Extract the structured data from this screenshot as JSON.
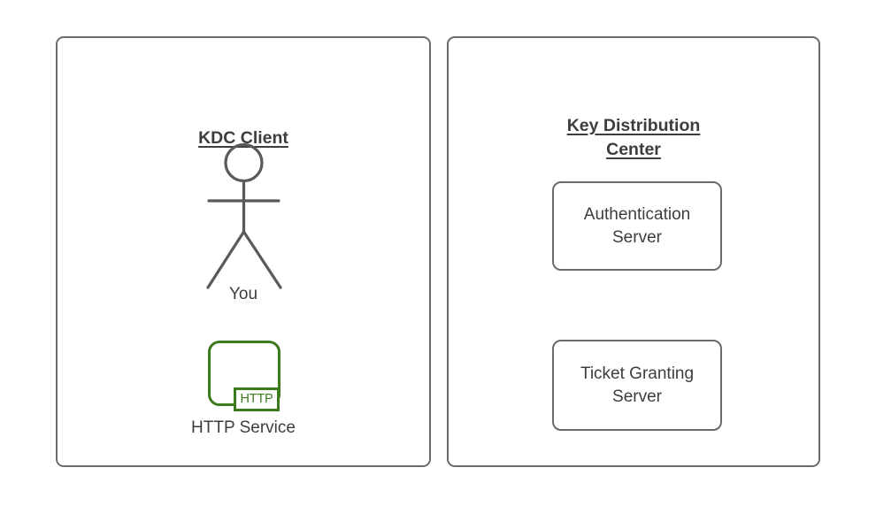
{
  "diagram": {
    "background": "#ffffff",
    "stroke_color": "#6b6b6b",
    "text_color": "#3d3d3d",
    "accent_green": "#3c7a1e"
  },
  "left_panel": {
    "title": "KDC Client",
    "actor": {
      "icon": "stick-figure-person-icon",
      "label": "You"
    },
    "service": {
      "icon": "http-service-icon",
      "badge_text": "HTTP",
      "label": "HTTP Service"
    }
  },
  "right_panel": {
    "title": "Key Distribution\nCenter",
    "boxes": [
      {
        "label": "Authentication\nServer"
      },
      {
        "label": "Ticket Granting\nServer"
      }
    ]
  }
}
